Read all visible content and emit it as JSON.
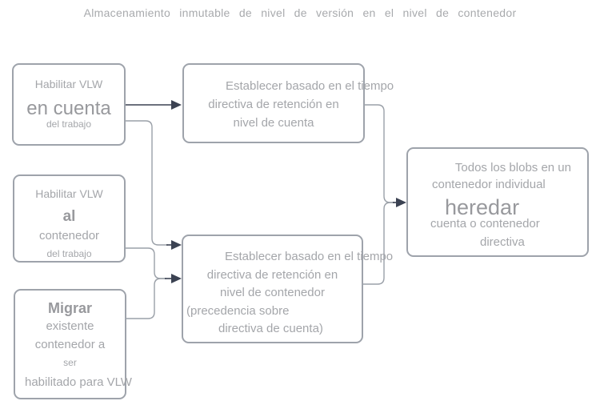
{
  "title": "Almacenamiento inmutable de nivel de versión en el nivel de contenedor",
  "nodes": {
    "enable_account": {
      "lines": [
        "Habilitar VLW",
        "en cuenta",
        "del trabajo"
      ]
    },
    "enable_container": {
      "lines": [
        "Habilitar VLW",
        "al",
        "contenedor",
        "del trabajo"
      ]
    },
    "migrate": {
      "lines": [
        "Migrar",
        "existente",
        "contenedor a",
        "ser",
        "habilitado para VLW"
      ]
    },
    "account_policy": {
      "lines": [
        "Establecer basado en el tiempo",
        "directiva de retención en",
        "nivel de cuenta"
      ]
    },
    "container_policy": {
      "lines": [
        "Establecer basado en el tiempo",
        "directiva de retención en",
        "nivel de contenedor",
        "(precedencia sobre",
        "directiva de cuenta)"
      ]
    },
    "inherit": {
      "lines": [
        "Todos los blobs en un",
        "contenedor individual",
        "heredar",
        "cuenta o contenedor",
        "directiva"
      ]
    }
  },
  "edges": [
    {
      "from": "enable_account",
      "to": "account_policy"
    },
    {
      "from": "enable_account",
      "to": "container_policy"
    },
    {
      "from": "enable_container",
      "to": "container_policy"
    },
    {
      "from": "migrate",
      "to": "container_policy"
    },
    {
      "from": "account_policy",
      "to": "inherit"
    },
    {
      "from": "container_policy",
      "to": "inherit"
    }
  ],
  "colors": {
    "background": "#ffffff",
    "border": "#9ea3ab",
    "text": "#a4a6aa",
    "text_strong": "#98999d",
    "line": "#9aa0a8",
    "dark": "#3b4252"
  }
}
